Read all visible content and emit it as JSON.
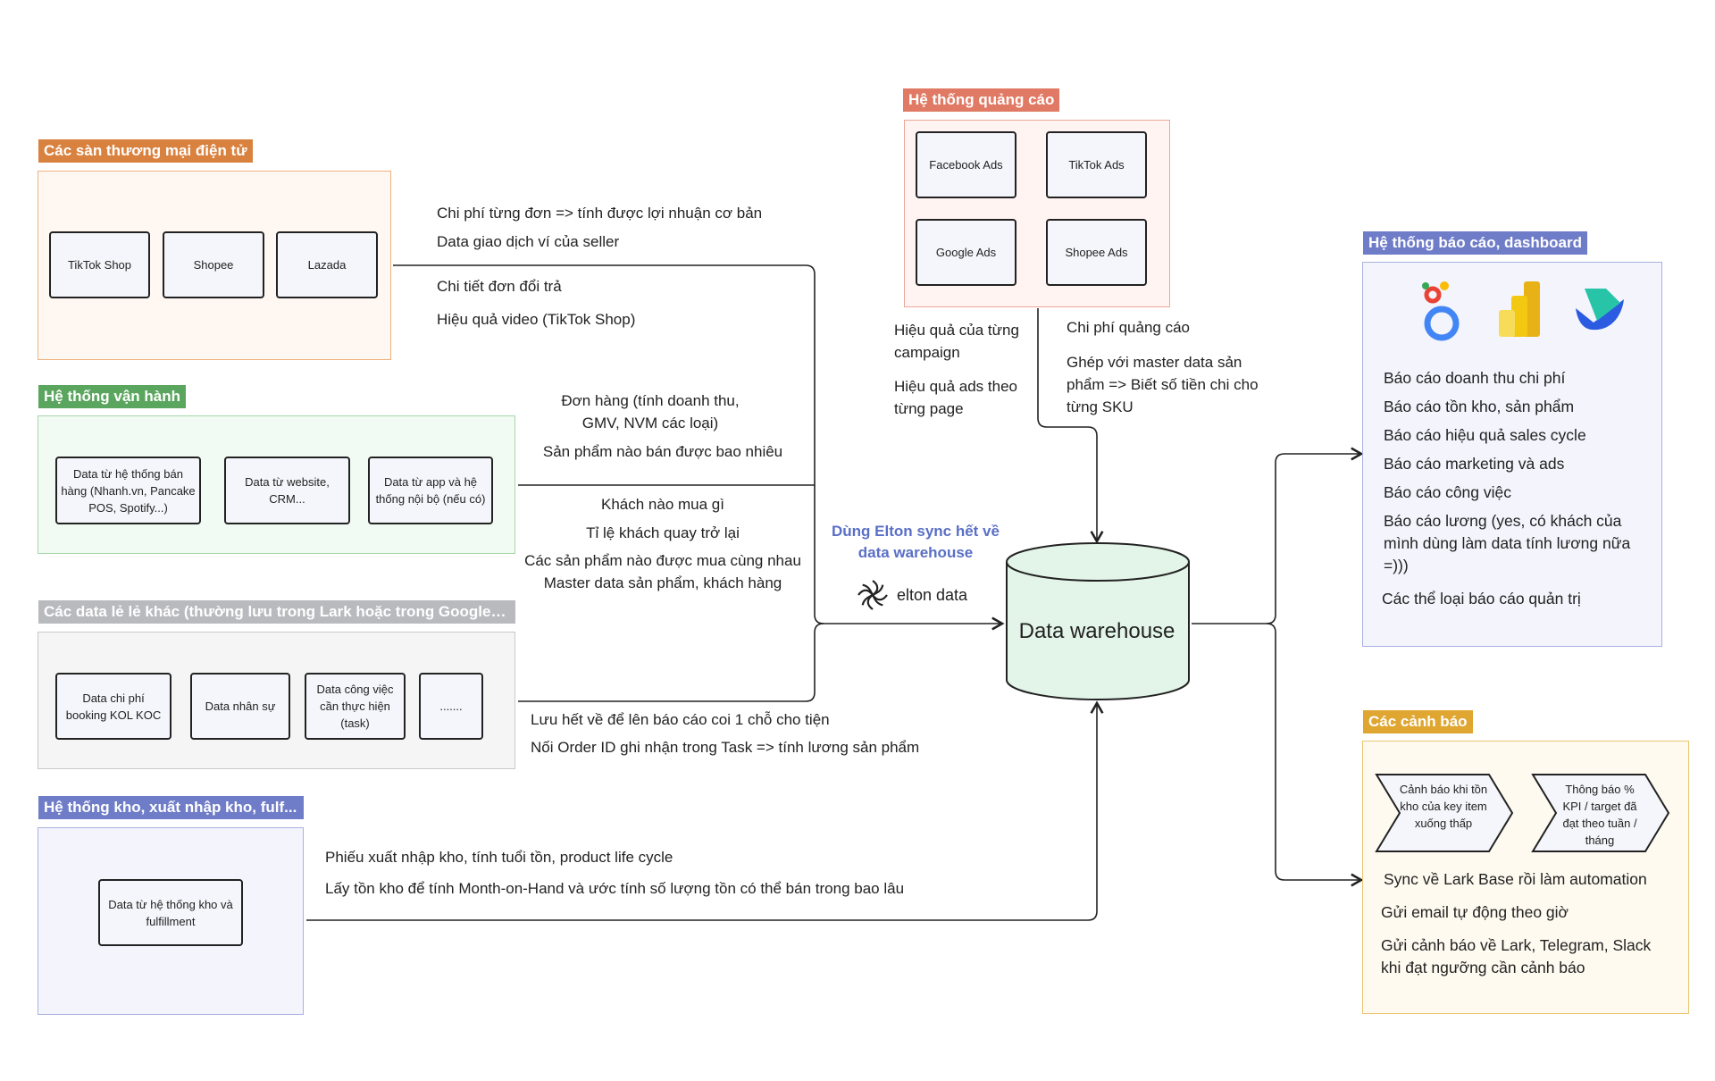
{
  "groups": {
    "ecommerce": {
      "title": "Các sàn thương mại điện tử",
      "nodes": [
        "TikTok Shop",
        "Shopee",
        "Lazada"
      ]
    },
    "operations": {
      "title": "Hệ thống vận hành",
      "nodes": [
        "Data từ hệ thống bán hàng (Nhanh.vn, Pancake POS, Spotify...)",
        "Data từ website, CRM...",
        "Data từ app và hệ thống nội bộ (nếu có)"
      ]
    },
    "misc": {
      "title": "Các data lẻ lẻ khác (thường lưu trong Lark hoặc trong Google S...",
      "nodes": [
        "Data chi phí booking KOL KOC",
        "Data nhân sự",
        "Data công việc cần thực hiện (task)",
        "......."
      ]
    },
    "warehouse": {
      "title": "Hệ thống kho, xuất nhập kho, fulf...",
      "nodes": [
        "Data từ hệ thống kho và fulfillment"
      ]
    },
    "ads": {
      "title": "Hệ thống quảng cáo",
      "nodes": [
        "Facebook Ads",
        "TikTok Ads",
        "Google Ads",
        "Shopee Ads"
      ]
    },
    "reports": {
      "title": "Hệ thống báo cáo, dashboard",
      "items": [
        "Báo cáo doanh thu chi phí",
        "Báo cáo tồn kho, sản phẩm",
        "Báo cáo hiệu quả sales cycle",
        "Báo cáo marketing và ads",
        "Báo cáo công việc",
        "Báo cáo lương (yes, có khách của mình dùng làm data tính lương nữa =)))",
        "Các thể loại báo cáo quản trị"
      ]
    },
    "alerts": {
      "title": "Các cảnh báo",
      "nodes": [
        "Cảnh báo khi tồn kho của key item xuống thấp",
        "Thông báo % KPI / target đã đạt theo tuần / tháng"
      ],
      "items": [
        "Sync về Lark Base rồi làm automation",
        "Gửi email tự động theo giờ",
        "Gửi cảnh báo về Lark, Telegram, Slack khi đạt ngưỡng cần cảnh báo"
      ]
    }
  },
  "notes": {
    "ecom": [
      "Chi phí từng đơn => tính được lợi nhuận cơ bản",
      "Data giao dịch ví của seller",
      "Chi tiết đơn đổi trả",
      "Hiệu quả video (TikTok Shop)"
    ],
    "ops": [
      "Đơn hàng (tính doanh thu, GMV, NVM các loại)",
      "Sản phẩm nào bán được bao nhiêu",
      "Khách nào mua gì",
      "Tỉ lệ khách quay trở lại",
      "Các sản phẩm nào được mua cùng nhau",
      "Master data sản phẩm, khách hàng"
    ],
    "misc": [
      "Lưu hết về để lên báo cáo coi 1 chỗ cho tiện",
      "Nối Order ID ghi nhận trong Task => tính lương sản phẩm"
    ],
    "warehouse": [
      "Phiếu xuất nhập kho, tính tuổi tồn, product life cycle",
      "Lấy tồn kho để tính Month-on-Hand và ước tính số lượng tồn có thể bán trong bao lâu"
    ],
    "ads_left": [
      "Hiệu quả của từng campaign",
      "Hiệu quả ads theo từng page"
    ],
    "ads_right": [
      "Chi phí quảng cáo",
      "Ghép với master data sản phẩm => Biết số tiền chi cho từng SKU"
    ]
  },
  "center": {
    "sync_text": "Dùng Elton sync hết về data warehouse",
    "elton_logo_text": "elton data",
    "dw_label": "Data warehouse"
  },
  "icons": [
    "looker-studio-icon",
    "power-bi-icon",
    "lark-base-icon",
    "elton-logo-icon"
  ],
  "colors": {
    "ecom": "#d9813e",
    "ops": "#5aa65e",
    "misc": "#b9babe",
    "warehouse": "#6f7cc8",
    "ads": "#e07a64",
    "reports": "#6f7cc8",
    "alerts": "#e0a632",
    "dw_fill": "#e3f5e8"
  }
}
